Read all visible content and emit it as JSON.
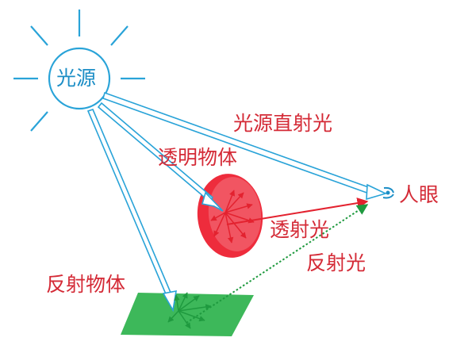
{
  "diagram": {
    "sun_label": "光源",
    "direct_light_label": "光源直射光",
    "transparent_object_label": "透明物体",
    "eye_label": "人眼",
    "transmitted_light_label": "透射光",
    "reflected_light_label": "反射光",
    "reflective_object_label": "反射物体"
  },
  "colors": {
    "light_beam": "#29a3d8",
    "sun": "#29a3d8",
    "transparent_object": "#ee2c3c",
    "transmitted_arrow": "#e3222f",
    "reflective_object": "#3db85a",
    "reflected_arrow": "#1f9a3f",
    "label_red": "#d42a36",
    "eye_blue": "#1c8ec6"
  }
}
